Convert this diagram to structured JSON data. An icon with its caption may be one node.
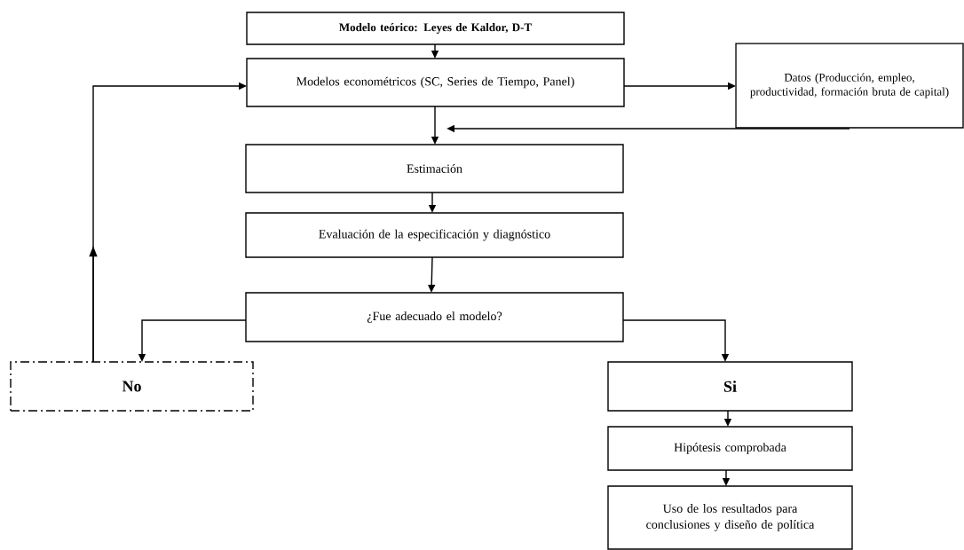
{
  "diagram": {
    "nodes": [
      {
        "text": [
          "Modelo teórico: Leyes de Kaldor, D-T"
        ]
      },
      {
        "text": [
          "Modelos econométricos (SC, Series de Tiempo, Panel)"
        ]
      },
      {
        "text": [
          "Datos (Producción, empleo, productividad, formación bruta de capital)"
        ]
      },
      {
        "text": [
          "Estimación"
        ]
      },
      {
        "text": [
          "Evaluación de la especificación y diagnóstico"
        ]
      },
      {
        "text": [
          "¿Fue adecuado el modelo?"
        ]
      },
      {
        "text": [
          "No"
        ]
      },
      {
        "text": [
          "Si"
        ]
      },
      {
        "text": [
          "Hipótesis comprobada"
        ]
      },
      {
        "text": [
          "Uso de los resultados para conclusiones y diseño de política"
        ]
      }
    ],
    "edges": [
      {
        "from": 0,
        "to": 1,
        "arrow": "to"
      },
      {
        "from": 1,
        "to": 2,
        "arrow": "to"
      },
      {
        "from": 1,
        "to": 3,
        "arrow": "to"
      },
      {
        "from": 2,
        "to": 3,
        "arrow": "to"
      },
      {
        "from": 3,
        "to": 4,
        "arrow": "to"
      },
      {
        "from": 4,
        "to": 5,
        "arrow": "to"
      },
      {
        "from": 5,
        "to": 6,
        "arrow": "to"
      },
      {
        "from": 5,
        "to": 7,
        "arrow": "to"
      },
      {
        "from": 6,
        "to": 1,
        "arrow": "to"
      },
      {
        "from": 7,
        "to": 8,
        "arrow": "to"
      },
      {
        "from": 8,
        "to": 9,
        "arrow": "to"
      }
    ]
  }
}
